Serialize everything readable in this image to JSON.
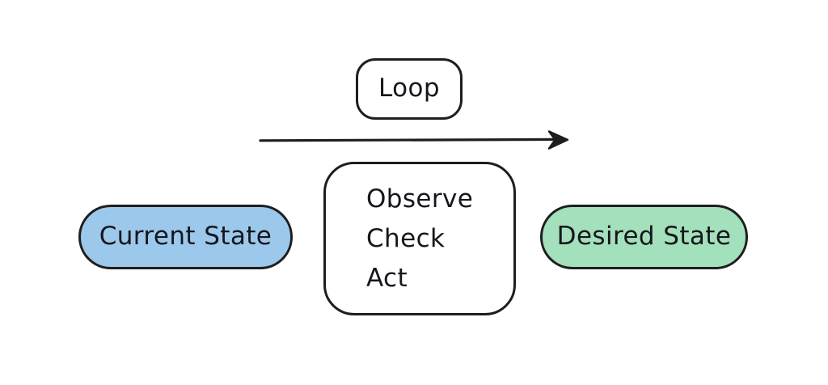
{
  "diagram": {
    "background_color": "#ffffff",
    "stroke_color": "#1e1e1e",
    "text_color": "#16161c",
    "loop": {
      "label": "Loop",
      "fill_color": "#ffffff"
    },
    "arrow": {
      "name": "left-to-right-arrow",
      "direction": "right",
      "color": "#1e1e1e"
    },
    "current_state": {
      "label": "Current State",
      "fill_color": "#9cc8ec"
    },
    "desired_state": {
      "label": "Desired State",
      "fill_color": "#a3e0bc"
    },
    "cycle": {
      "fill_color": "#ffffff",
      "steps": [
        {
          "label": "Observe"
        },
        {
          "label": "Check"
        },
        {
          "label": "Act"
        }
      ]
    }
  }
}
